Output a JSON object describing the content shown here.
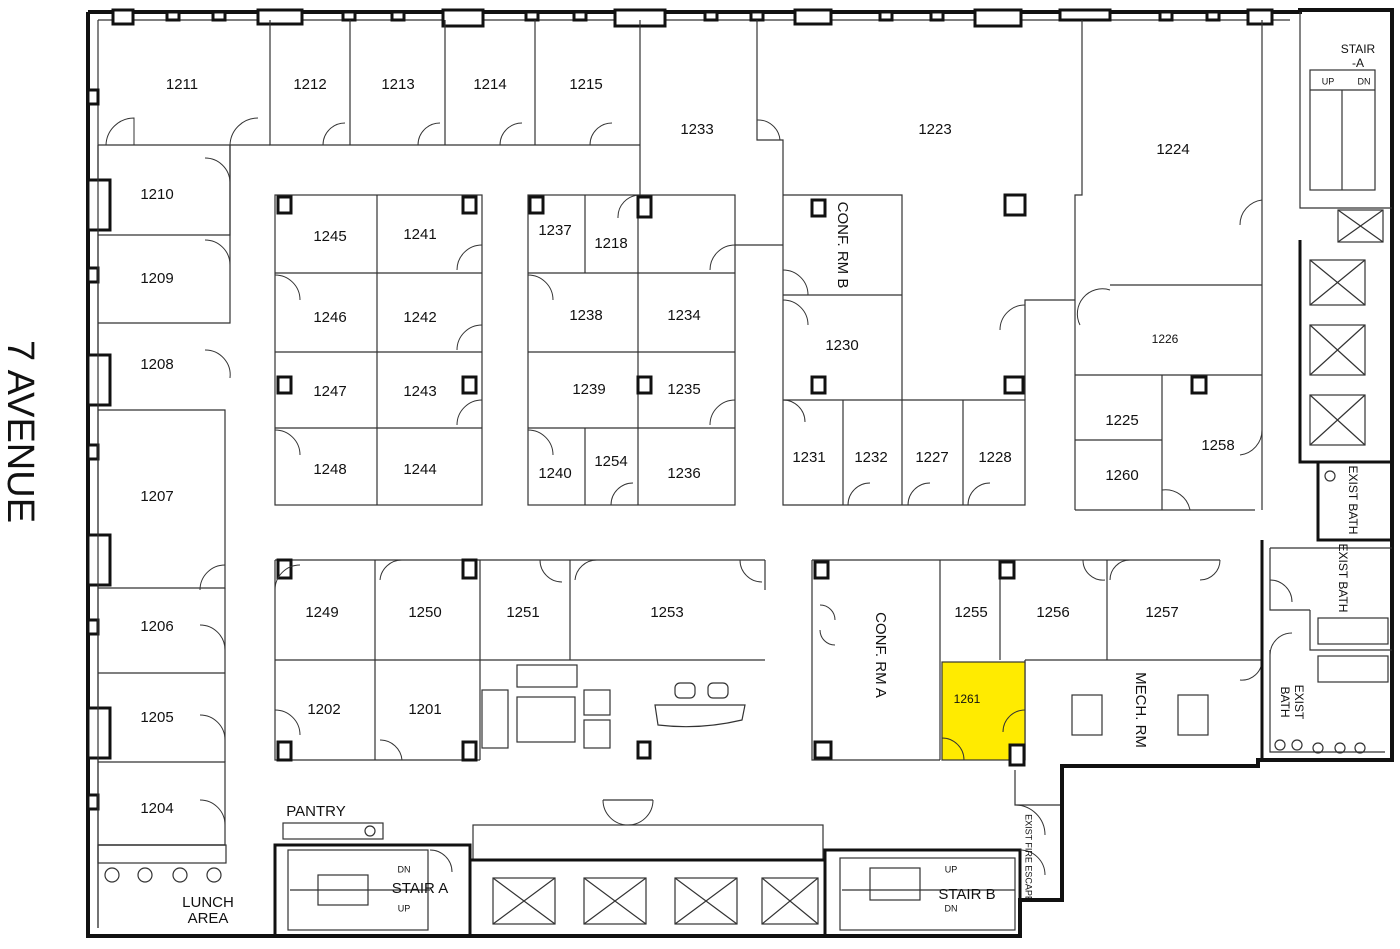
{
  "street": "7 AVENUE",
  "highlight_color": "#ffeb00",
  "rooms": {
    "r1211": "1211",
    "r1212": "1212",
    "r1213": "1213",
    "r1214": "1214",
    "r1215": "1215",
    "r1233": "1233",
    "r1223": "1223",
    "r1224": "1224",
    "r1210": "1210",
    "r1209": "1209",
    "r1208": "1208",
    "r1207": "1207",
    "r1206": "1206",
    "r1205": "1205",
    "r1204": "1204",
    "r1245": "1245",
    "r1241": "1241",
    "r1246": "1246",
    "r1242": "1242",
    "r1247": "1247",
    "r1243": "1243",
    "r1248": "1248",
    "r1244": "1244",
    "r1237": "1237",
    "r1218": "1218",
    "r1238": "1238",
    "r1234": "1234",
    "r1239": "1239",
    "r1235": "1235",
    "r1240": "1240",
    "r1254": "1254",
    "r1236": "1236",
    "r1230": "1230",
    "r1231": "1231",
    "r1232": "1232",
    "r1227": "1227",
    "r1228": "1228",
    "r1226": "1226",
    "r1225": "1225",
    "r1258": "1258",
    "r1260": "1260",
    "r1249": "1249",
    "r1250": "1250",
    "r1251": "1251",
    "r1253": "1253",
    "r1255": "1255",
    "r1256": "1256",
    "r1257": "1257",
    "r1202": "1202",
    "r1201": "1201",
    "r1261": "1261"
  },
  "labels": {
    "conf_b": "CONF. RM  B",
    "conf_a": "CONF. RM  A",
    "mech": "MECH. RM",
    "pantry": "PANTRY",
    "lunch1": "LUNCH",
    "lunch2": "AREA",
    "stair_a": "STAIR A",
    "stair_b": "STAIR B",
    "stair_top1": "STAIR",
    "stair_top2": "-A",
    "up": "UP",
    "dn": "DN",
    "exist_bath": "EXIST BATH",
    "exist1": "EXIST",
    "bath1": "BATH",
    "fire_escape": "EXIST FIRE ESCAPE"
  }
}
